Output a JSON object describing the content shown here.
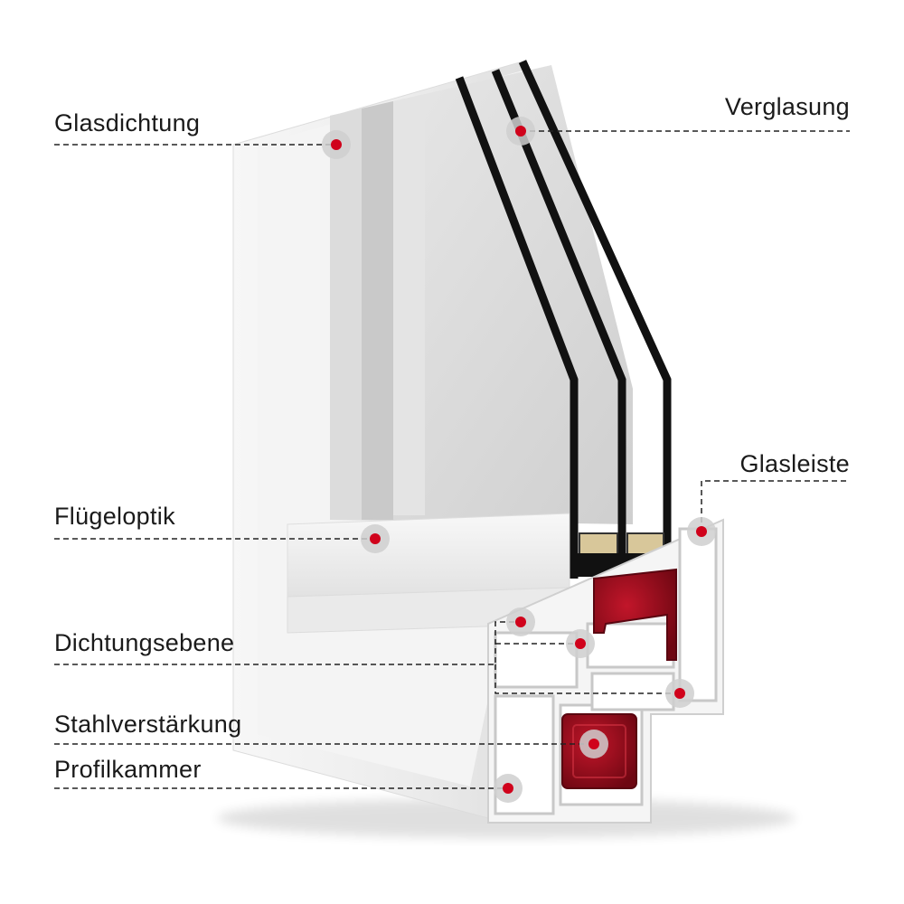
{
  "labels": {
    "glasdichtung": "Glasdichtung",
    "verglasung": "Verglasung",
    "glasleiste": "Glasleiste",
    "fluegeloptik": "Flügeloptik",
    "dichtungsebene": "Dichtungsebene",
    "stahlverstaerkung": "Stahlverstärkung",
    "profilkammer": "Profilkammer"
  },
  "colors": {
    "marker": "#d0021b",
    "marker_halo": "#cfcfcf",
    "leader_line": "#222222",
    "glass_edge": "#111111",
    "steel_reinforcement": "#9e0f1e",
    "pvc_profile": "#f2f2f2"
  }
}
